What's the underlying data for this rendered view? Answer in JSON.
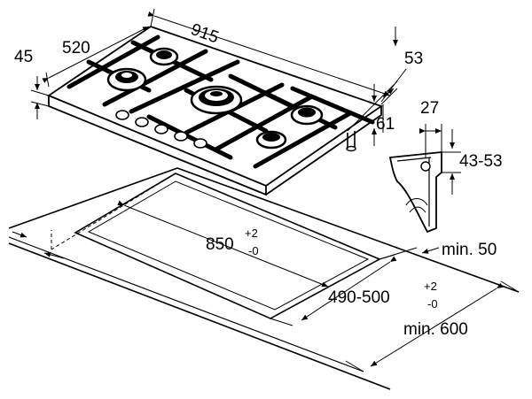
{
  "hob": {
    "width": "915",
    "depth": "520",
    "height": "45",
    "side_offset": "53",
    "rear_offset": "61"
  },
  "bracket": {
    "width": "27",
    "worktop_range": "43-53"
  },
  "cutout": {
    "width_main": "850",
    "width_tol_plus": "+2",
    "width_tol_minus": "-0",
    "depth_main": "490-500",
    "depth_tol_plus": "+2",
    "depth_tol_minus": "-0"
  },
  "clearance": {
    "rear": "min. 50",
    "worktop_depth": "min. 600"
  },
  "colors": {
    "line": "#000000",
    "background": "#ffffff"
  }
}
